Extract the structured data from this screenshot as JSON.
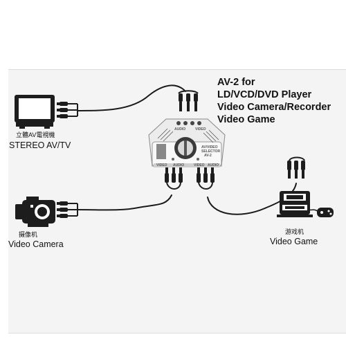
{
  "title": {
    "lines": [
      "AV-2  for",
      "LD/VCD/DVD Player",
      "Video Camera/Recorder",
      "Video Game"
    ]
  },
  "devices": {
    "tv": {
      "cn_label": "立體AV電視機",
      "en_label": "STEREO AV/TV"
    },
    "camera": {
      "cn_label": "摄像机",
      "en_label": "Video Camera"
    },
    "game": {
      "cn_label": "游戏机",
      "en_label": "Video Game"
    }
  },
  "switch_box": {
    "top_labels": [
      "AUDIO",
      "VIDEO"
    ],
    "front_label": [
      "AV/VIDEO",
      "SELECTOR",
      "AV-2"
    ],
    "bottom_labels": [
      "VIDEO",
      "AUDIO",
      "VIDEO",
      "AUDIO"
    ]
  },
  "cable_color": "#1a1a1a"
}
